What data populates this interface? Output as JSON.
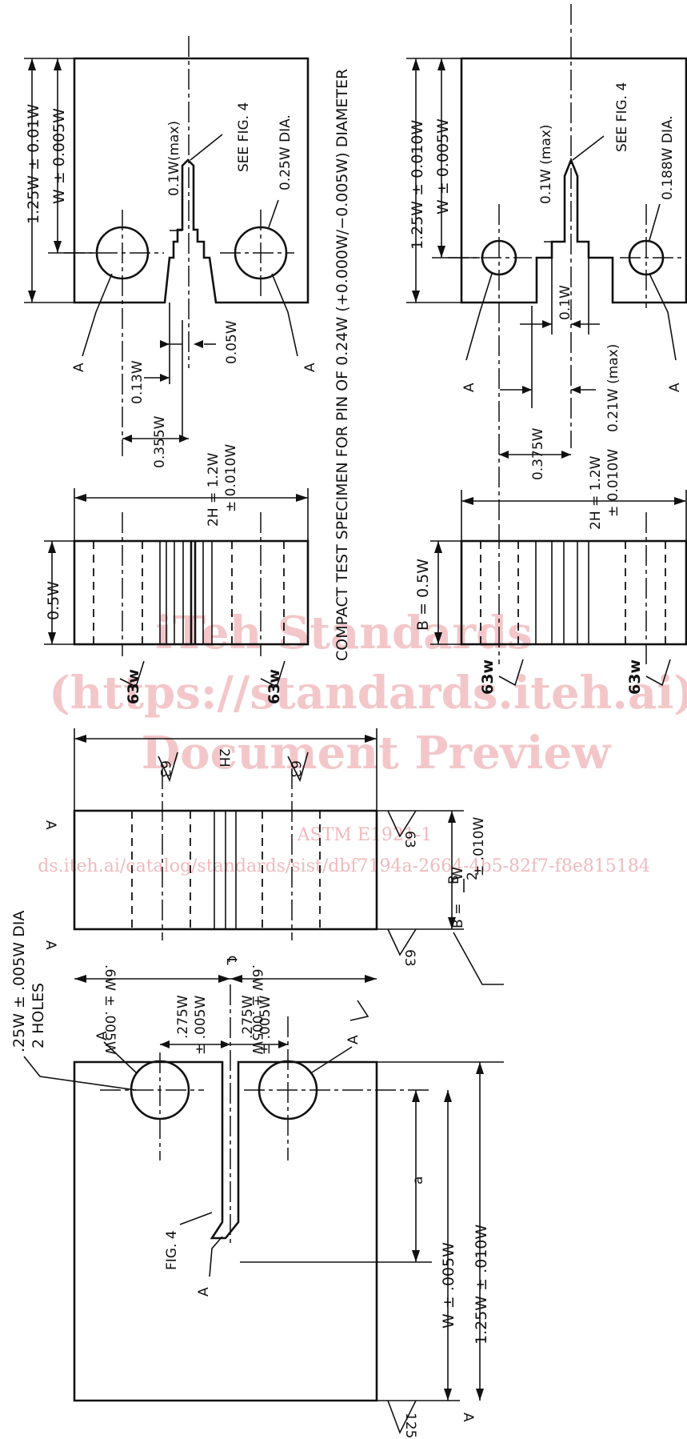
{
  "drawing": {
    "caption": "COMPACT TEST SPECIMEN FOR PIN OF 0.24W (+0.000W/−0.005W) DIAMETER",
    "top_left": {
      "dim_height": "1.25W ± 0.01W",
      "dim_w": "W ± 0.005W",
      "notch_max": "0.1W(max)",
      "see_fig": "SEE FIG. 4",
      "hole_dia": "0.25W DIA.",
      "dim_013": "0.13W",
      "dim_0355": "0.355W",
      "dim_005": "0.05W",
      "label_a1": "A",
      "label_a2": "A"
    },
    "top_left_side": {
      "thickness": "0.5W",
      "height_line1": "2H = 1.2W",
      "height_line2": "± 0.010W",
      "finish1": "63w",
      "finish2": "63w"
    },
    "top_right": {
      "dim_height": "1.25W ± 0.010W",
      "dim_w": "W ± 0.005W",
      "notch_max": "0.1W (max)",
      "see_fig": "SEE FIG. 4",
      "hole_dia": "0.188W DIA.",
      "dim_01": "0.1W",
      "dim_021": "0.21W (max)",
      "dim_0375": "0.375W",
      "label_a1": "A",
      "label_a2": "A"
    },
    "top_right_side": {
      "thickness": "B = 0.5W",
      "height_line1": "2H = 1.2W",
      "height_line2": "± 0.010W",
      "finish1": "63w",
      "finish2": "63w"
    },
    "bottom_side": {
      "height": "2H",
      "finish1": "63",
      "finish2": "63",
      "finish3": "63",
      "finish4": "63",
      "label_a1": "A",
      "label_a2": "A",
      "label_b": "B",
      "b_eq": "B =",
      "b_num": "W",
      "b_den": "2",
      "b_tol": "± .010W"
    },
    "bottom_main": {
      "holes_note1": ".25W ± .005W DIA",
      "holes_note2": "2 HOLES",
      "half_upper": ".6W ± .005W",
      "half_lower": ".6W ± .005W",
      "centerline": "℄",
      "pitch_upper1": ".275W",
      "pitch_upper2": "± .005W",
      "pitch_lower1": ".275W",
      "pitch_lower2": "± .005W",
      "label_a1": "A",
      "label_a2": "A",
      "label_a3": "A",
      "label_a4": "A",
      "fig4": "FIG. 4",
      "crack_a": "a",
      "dim_w": "W ± .005W",
      "dim_125": "1.25W ± .010W",
      "finish_125": "125"
    },
    "watermark": {
      "line1": "iTeh Standards",
      "line2": "(https://standards.iteh.ai)",
      "line3": "Document Preview",
      "line4": "ASTM E1921-1",
      "line5": "ds.iteh.ai/catalog/standards/sist/dbf7194a-2664-4b5-82f7-f8e815184"
    }
  }
}
